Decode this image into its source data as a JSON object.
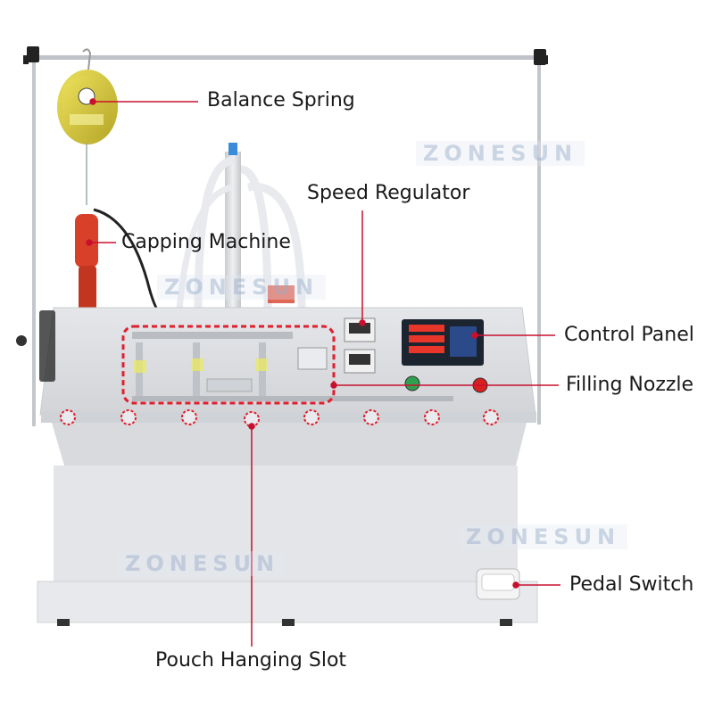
{
  "labels": {
    "balance_spring": "Balance Spring",
    "speed_regulator": "Speed Regulator",
    "capping_machine": "Capping Machine",
    "control_panel": "Control Panel",
    "filling_nozzle": "Filling Nozzle",
    "pedal_switch": "Pedal Switch",
    "pouch_hanging_slot": "Pouch Hanging Slot"
  },
  "watermark": "ZONESUN",
  "colors": {
    "callout_line": "#c8102e",
    "callout_dash": "#e0202e",
    "spring_body": "#d8c83a",
    "capper_body": "#d8402a",
    "steel": "#dcdde0",
    "panel_dark": "#1c2430",
    "display_red": "#ff3a2a"
  }
}
